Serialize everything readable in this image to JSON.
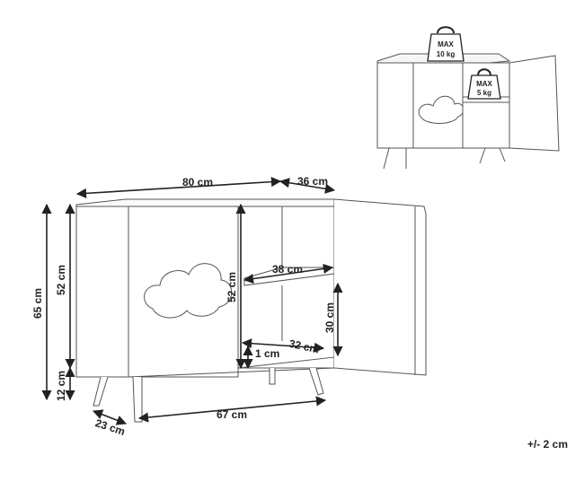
{
  "dimensions": {
    "width_total": "80 cm",
    "depth_total": "36 cm",
    "height_total": "65 cm",
    "height_body": "52 cm",
    "height_legs": "12 cm",
    "depth_legs": "23 cm",
    "width_legs": "67 cm",
    "shelf_width": "38 cm",
    "inner_height": "52 cm",
    "shelf_gap": "30 cm",
    "shelf_depth": "32 cm",
    "bottom_gap": "1 cm"
  },
  "weights": {
    "top_label": "MAX",
    "top_value": "10 kg",
    "shelf_label": "MAX",
    "shelf_value": "5 kg"
  },
  "tolerance": "+/- 2 cm",
  "colors": {
    "line": "#222222",
    "thin": "#666666"
  }
}
